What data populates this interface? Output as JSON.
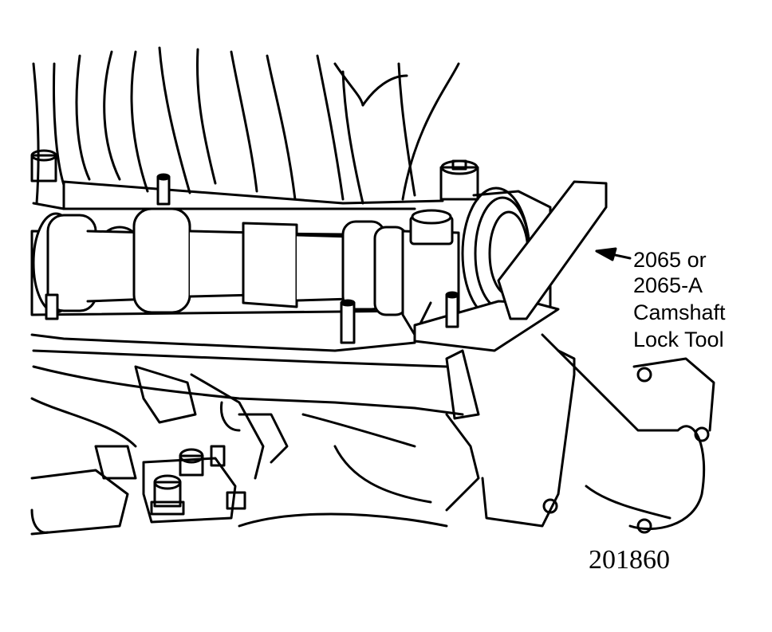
{
  "callout": {
    "line1": "2065 or",
    "line2": "2065-A",
    "line3": "Camshaft",
    "line4": "Lock Tool"
  },
  "figure_number": "201860",
  "colors": {
    "ink": "#000000",
    "paper": "#ffffff"
  }
}
